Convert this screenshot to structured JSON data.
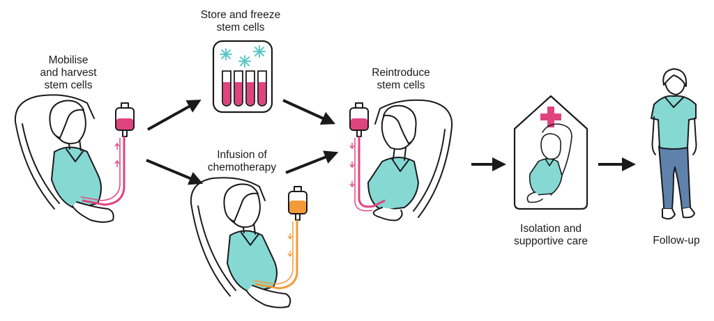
{
  "labels": {
    "mobilise": "Mobilise\nand harvest\nstem cells",
    "store": "Store and freeze\nstem cells",
    "infusion": "Infusion of\nchemotherapy",
    "reintroduce": "Reintroduce\nstem cells",
    "isolation": "Isolation and\nsupportive care",
    "followup": "Follow-up"
  },
  "colors": {
    "outline": "#1a1a1a",
    "shirt": "#86d8d3",
    "stem_cell_fluid": "#e0447f",
    "chemo_fluid": "#f29b38",
    "snowflake": "#5cc7c9",
    "trousers": "#5f82ad",
    "skin": "#ffffff"
  },
  "icons": {
    "freezer": "test-tubes-with-snowflakes-icon",
    "house": "house-with-medical-cross-icon"
  }
}
